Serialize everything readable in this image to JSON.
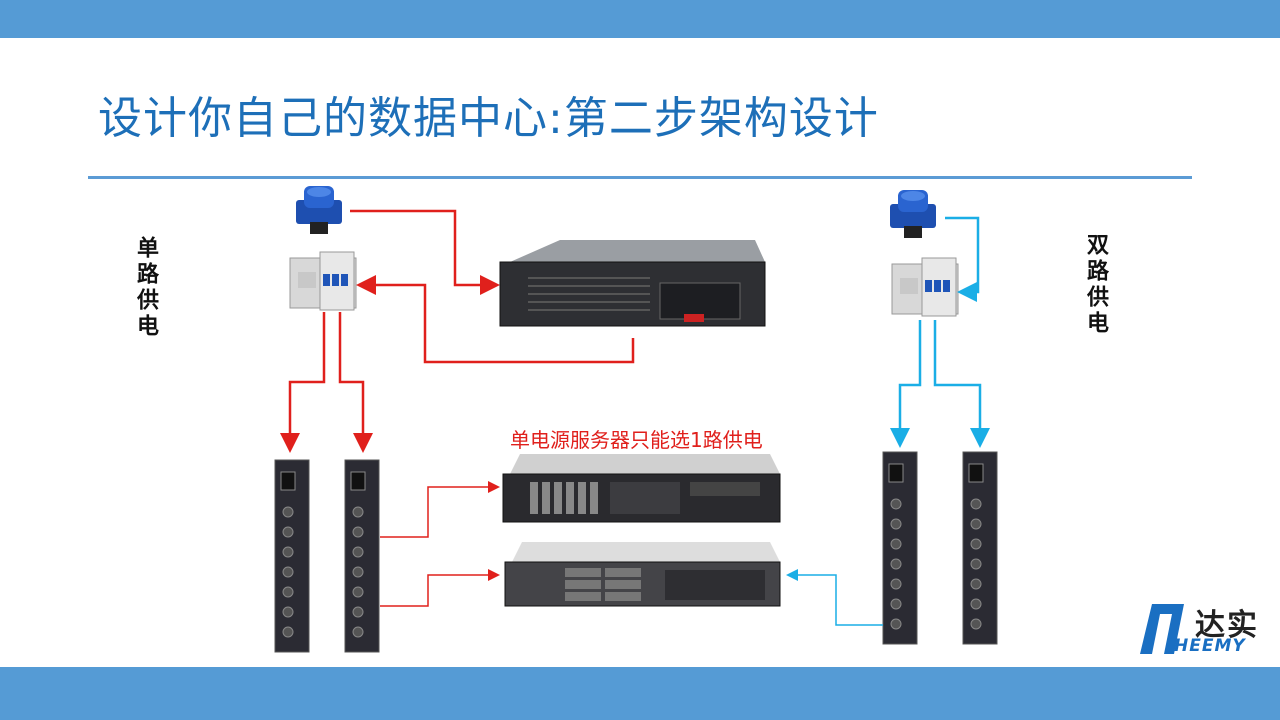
{
  "title": "设计你自己的数据中心:第二步架构设计",
  "left_label": "单路供电",
  "right_label": "双路供电",
  "note": "单电源服务器只能选1路供电",
  "logo": {
    "cn": "达实",
    "en": "HEEMY"
  },
  "colors": {
    "bar": "#559bd5",
    "title": "#1d6fb8",
    "single": "#e0201c",
    "dual": "#1aaee6"
  }
}
